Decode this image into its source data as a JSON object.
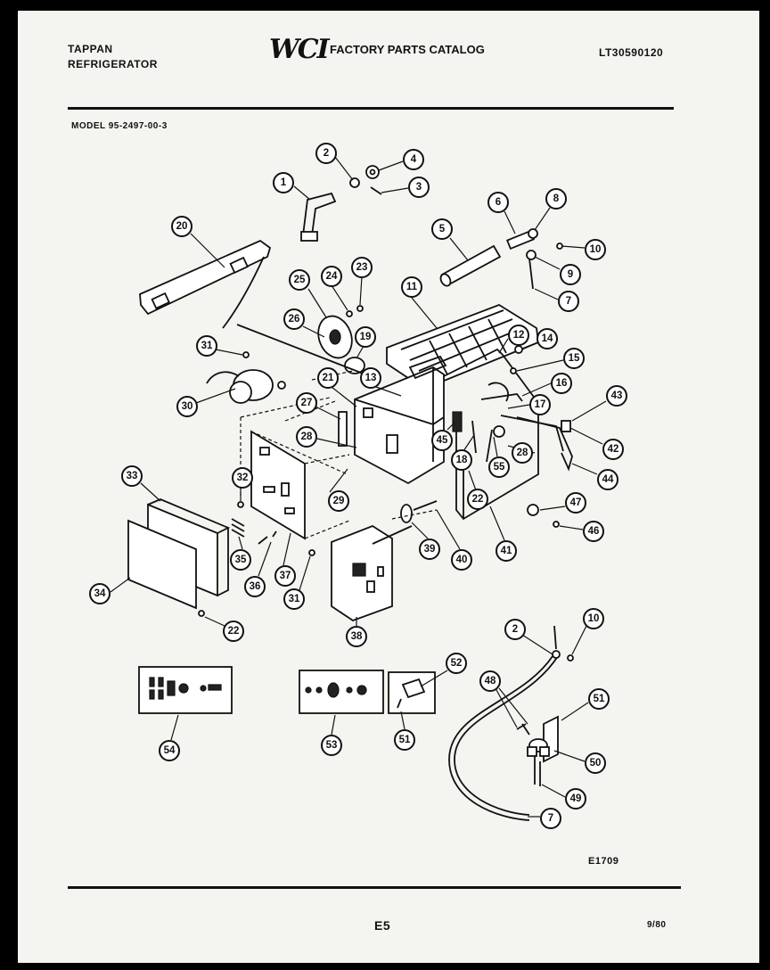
{
  "header": {
    "brand_line1": "TAPPAN",
    "brand_line2": "REFRIGERATOR",
    "logo": "WCI",
    "catalog_title": "FACTORY PARTS CATALOG",
    "catalog_number": "LT30590120",
    "model": "MODEL 95-2497-00-3"
  },
  "diagram": {
    "figure_code": "E1709",
    "callouts": [
      "1",
      "2",
      "3",
      "4",
      "5",
      "6",
      "7",
      "8",
      "9",
      "10",
      "11",
      "12",
      "13",
      "14",
      "15",
      "16",
      "17",
      "18",
      "19",
      "20",
      "21",
      "22",
      "23",
      "24",
      "25",
      "26",
      "27",
      "28",
      "29",
      "30",
      "31",
      "32",
      "33",
      "34",
      "35",
      "36",
      "37",
      "38",
      "39",
      "40",
      "41",
      "42",
      "43",
      "44",
      "45",
      "46",
      "47",
      "48",
      "49",
      "50",
      "51",
      "52",
      "53",
      "54",
      "55"
    ]
  },
  "footer": {
    "page": "E5",
    "date": "9/80"
  }
}
